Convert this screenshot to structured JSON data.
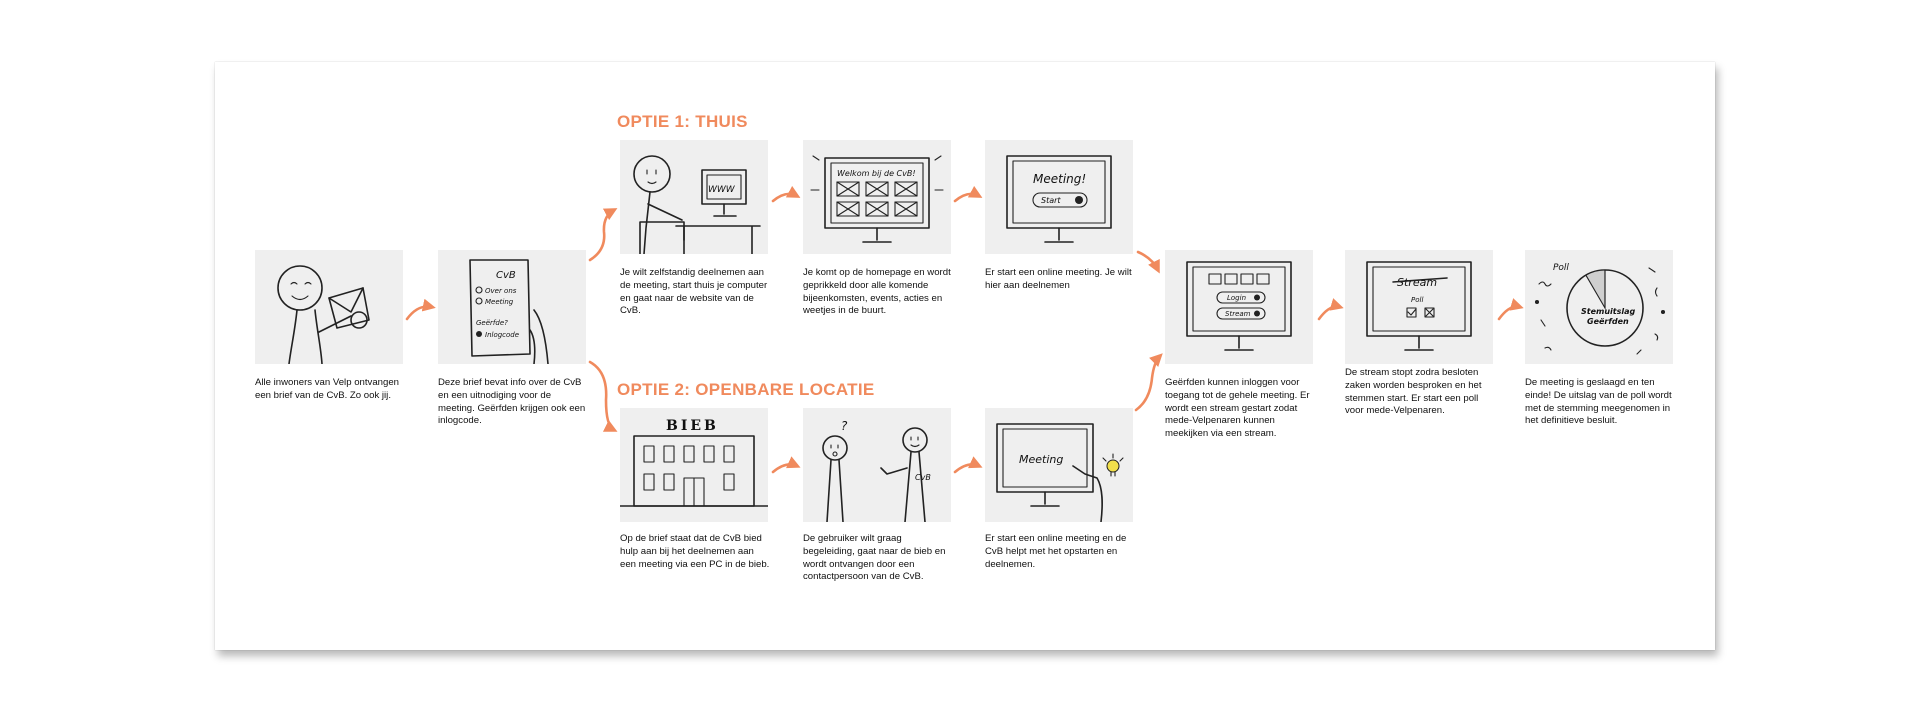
{
  "titles": {
    "option1": "OPTIE 1: THUIS",
    "option2": "OPTIE 2: OPENBARE LOCATIE"
  },
  "steps": {
    "letter_received": "Alle inwoners van Velp ontvangen een brief van de CvB. Zo ook jij.",
    "letter_content": "Deze brief bevat info over de CvB en een uitnodiging voor de meeting. Geërfden krijgen ook een inlogcode.",
    "home_start": "Je wilt zelfstandig deelnemen aan de meeting, start thuis je computer en gaat naar de website van de CvB.",
    "homepage": "Je komt op de homepage en wordt geprikkeld door alle komende bijeenkomsten, events, acties en weetjes in de buurt.",
    "online_meeting_home": "Er start een online meeting. Je wilt hier aan deelnemen",
    "library_help": "Op de brief staat dat de CvB bied hulp aan bij het deelnemen aan een meeting via een PC in de bieb.",
    "library_visit": "De gebruiker wilt graag begeleiding, gaat naar de bieb en wordt ontvangen door een contactpersoon van de CvB.",
    "online_meeting_library": "Er start een online meeting en de CvB helpt met het opstarten en deelnemen.",
    "login": "Geërfden kunnen inloggen voor toegang tot de gehele meeting. Er wordt een stream gestart zodat mede-Velpenaren kunnen meekijken via een stream.",
    "stream_poll": "De stream stopt zodra besloten zaken worden besproken en het stemmen start. Er start een poll voor mede-Velpenaren.",
    "result": "De meeting is geslaagd en ten einde! De uitslag van de poll wordt met de stemming meegenomen in het definitieve besluit."
  },
  "sketch_text": {
    "letter_title": "CvB",
    "letter_item1": "Over ons",
    "letter_item2": "Meeting",
    "letter_question": "Geërfde?",
    "letter_item3": "Inlogcode",
    "pc_screen": "WWW",
    "welcome": "Welkom bij de CvB!",
    "meeting_title": "Meeting!",
    "start_button": "Start",
    "bieb_sign": "BIEB",
    "question_mark": "?",
    "person_label": "CvB",
    "library_screen": "Meeting",
    "login_button": "Login",
    "stream_button": "Stream",
    "stream_struck": "Stream",
    "poll_small": "Poll",
    "poll_label": "Poll",
    "pie_label_1": "Stemuitslag",
    "pie_label_2": "Geërfden"
  },
  "colors": {
    "accent": "#f08a5d",
    "panel": "#efefef",
    "ink": "#222222",
    "bulb": "#f2e04a"
  },
  "poll_result": {
    "highlighted_share_percent": 6
  }
}
